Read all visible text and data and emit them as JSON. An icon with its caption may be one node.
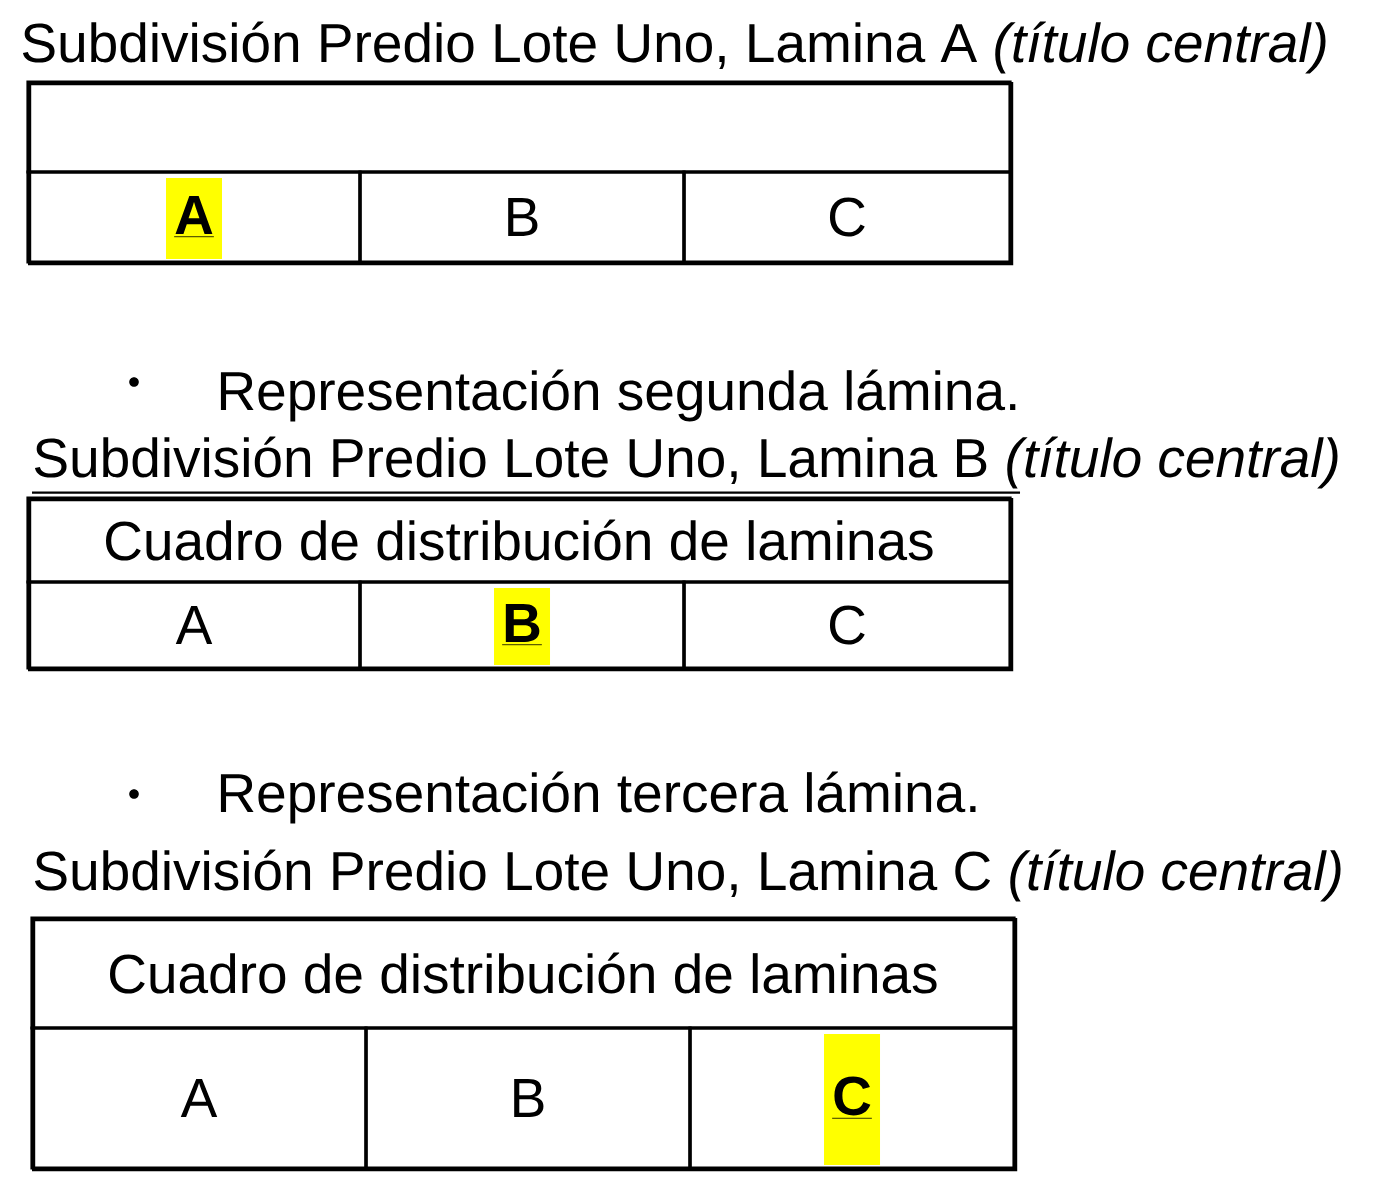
{
  "diagram": {
    "nodes": [
      {
        "text": [
          "Subdivisión Predio Lote Uno, Lamina A *(título central)*"
        ]
      },
      {
        "text": [],
        "shape": "box",
        "in": 0
      },
      {
        "text": [
          "A"
        ],
        "in": 0
      },
      {
        "text": [
          "B"
        ],
        "in": 0
      },
      {
        "text": [
          "C"
        ],
        "in": 0
      },
      {
        "text": [
          "Subdivisión Predio Lote Uno, Lamina B *(título central)*"
        ]
      },
      {
        "text": [
          "Cuadro de distribución de laminas"
        ],
        "in": 5
      },
      {
        "text": [
          "A"
        ],
        "in": 5
      },
      {
        "text": [
          "B"
        ],
        "in": 5
      },
      {
        "text": [
          "C"
        ],
        "in": 5
      },
      {
        "text": [
          "Subdivisión Predio Lote Uno, Lamina C *(título central)*"
        ]
      },
      {
        "text": [
          "Cuadro de distribución de laminas"
        ],
        "in": 10
      },
      {
        "text": [
          "A"
        ],
        "in": 10
      },
      {
        "text": [
          "B"
        ],
        "in": 10
      },
      {
        "text": [
          "C"
        ],
        "in": 10
      }
    ],
    "labels": [
      "Representación segunda lámina.",
      "Representación tercera lámina."
    ]
  }
}
